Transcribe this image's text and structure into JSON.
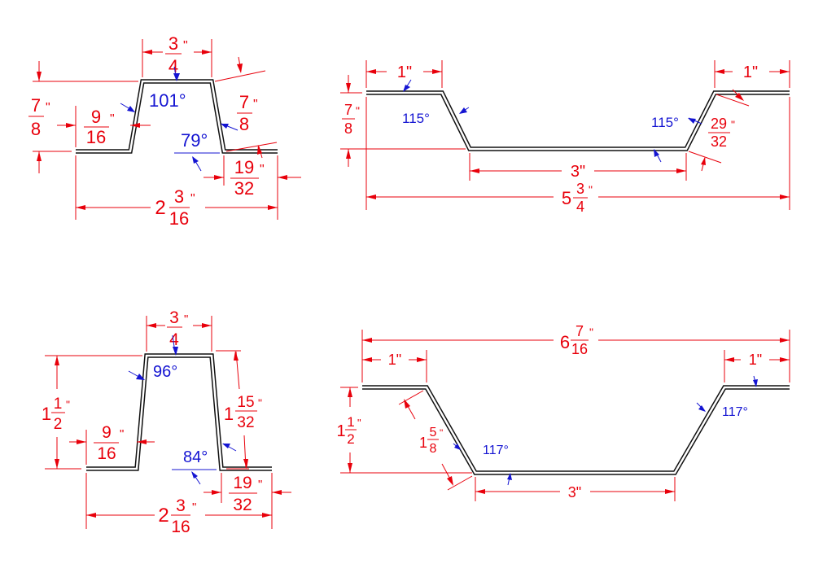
{
  "profiles": [
    {
      "id": "top-left",
      "dims": {
        "top_width": {
          "whole": "",
          "num": "3",
          "den": "4",
          "unit": "\""
        },
        "left_height": {
          "whole": "",
          "num": "7",
          "den": "8",
          "unit": "\""
        },
        "right_height": {
          "whole": "",
          "num": "7",
          "den": "8",
          "unit": "\""
        },
        "left_flange": {
          "whole": "",
          "num": "9",
          "den": "16",
          "unit": "\""
        },
        "right_flange": {
          "whole": "",
          "num": "19",
          "den": "32",
          "unit": "\""
        },
        "overall_width": {
          "whole": "2",
          "num": "3",
          "den": "16",
          "unit": "\""
        }
      },
      "angles": {
        "top": "101°",
        "bottom": "79°"
      }
    },
    {
      "id": "top-right",
      "dims": {
        "left_flange": "1\"",
        "right_flange": "1\"",
        "height": {
          "whole": "",
          "num": "7",
          "den": "8",
          "unit": "\""
        },
        "bottom": "3\"",
        "overall_width": {
          "whole": "5",
          "num": "3",
          "den": "4",
          "unit": "\""
        },
        "slope": {
          "whole": "",
          "num": "29",
          "den": "32",
          "unit": "\""
        }
      },
      "angles": {
        "left": "115°",
        "right": "115°"
      }
    },
    {
      "id": "bottom-left",
      "dims": {
        "top_width": {
          "whole": "",
          "num": "3",
          "den": "4",
          "unit": "\""
        },
        "left_height": {
          "whole": "1",
          "num": "1",
          "den": "2",
          "unit": "\""
        },
        "right_height": {
          "whole": "1",
          "num": "15",
          "den": "32",
          "unit": "\""
        },
        "left_flange": {
          "whole": "",
          "num": "9",
          "den": "16",
          "unit": "\""
        },
        "right_flange": {
          "whole": "",
          "num": "19",
          "den": "32",
          "unit": "\""
        },
        "overall_width": {
          "whole": "2",
          "num": "3",
          "den": "16",
          "unit": "\""
        }
      },
      "angles": {
        "top": "96°",
        "bottom": "84°"
      }
    },
    {
      "id": "bottom-right",
      "dims": {
        "overall_width": {
          "whole": "6",
          "num": "7",
          "den": "16",
          "unit": "\""
        },
        "left_flange": "1\"",
        "right_flange": "1\"",
        "height": {
          "whole": "1",
          "num": "1",
          "den": "2",
          "unit": "\""
        },
        "slope": {
          "whole": "1",
          "num": "5",
          "den": "8",
          "unit": "\""
        },
        "bottom": "3\""
      },
      "angles": {
        "left": "117°",
        "right": "117°"
      }
    }
  ],
  "colors": {
    "dimension": "#e8000b",
    "angle": "#1414d2",
    "part": "#111111"
  }
}
